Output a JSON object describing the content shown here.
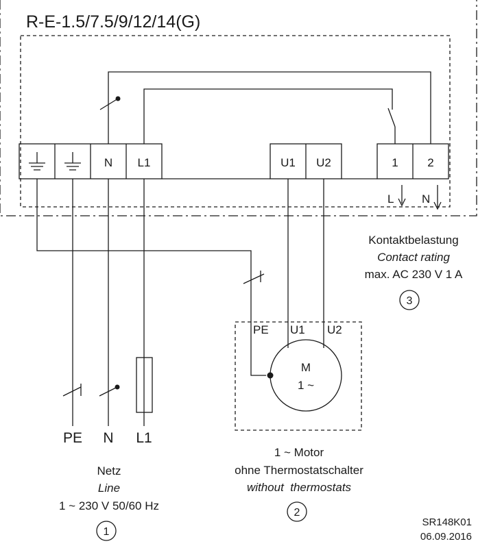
{
  "title": "R-E-1.5/7.5/9/12/14(G)",
  "terminals": {
    "n": "N",
    "l1": "L1",
    "u1": "U1",
    "u2": "U2",
    "c1": "1",
    "c2": "2"
  },
  "outputs": {
    "l": "L",
    "n": "N"
  },
  "motor": {
    "pe": "PE",
    "u1": "U1",
    "u2": "U2",
    "symbol": "M",
    "phase": "1 ~",
    "caption1": "1 ~ Motor",
    "caption2": "ohne Thermostatschalter",
    "caption3": "without  thermostats",
    "number": "2"
  },
  "mains": {
    "pe": "PE",
    "n": "N",
    "l1": "L1",
    "caption1": "Netz",
    "caption2": "Line",
    "caption3": "1 ~ 230 V 50/60 Hz",
    "number": "1"
  },
  "contact": {
    "caption1": "Kontaktbelastung",
    "caption2": "Contact rating",
    "caption3": "max. AC 230 V 1 A",
    "number": "3"
  },
  "footer": {
    "code": "SR148K01",
    "date": "06.09.2016"
  },
  "icons": [
    "ground-icon",
    "switch-icon",
    "fuse-icon",
    "arrow-down-icon",
    "motor-icon"
  ],
  "colors": {
    "line": "#1a1a1a",
    "background": "#ffffff"
  }
}
